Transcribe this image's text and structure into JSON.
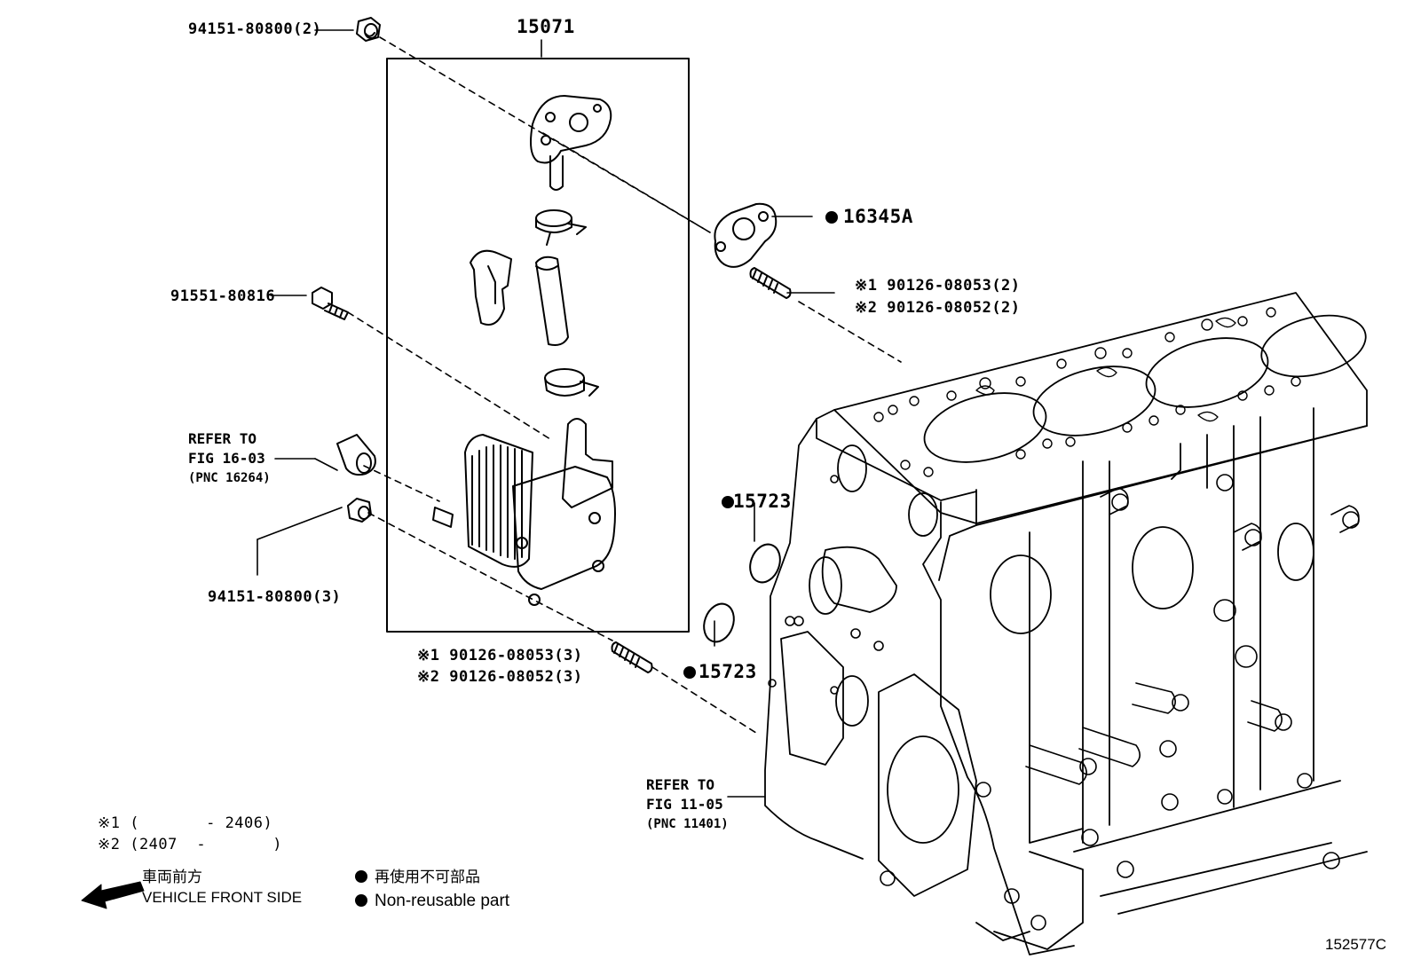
{
  "parts": {
    "nut_top": "94151-80800(2)",
    "oil_cooler_assy": "15071",
    "gasket": "16345A",
    "stud_upper_1": "90126-08053(2)",
    "stud_upper_2": "90126-08052(2)",
    "bolt": "91551-80816",
    "nut_bottom": "94151-80800(3)",
    "oring_upper": "15723",
    "oring_lower": "15723",
    "stud_lower_1": "90126-08053(3)",
    "stud_lower_2": "90126-08052(3)"
  },
  "marks": {
    "note1": "※1",
    "note2": "※2"
  },
  "references": {
    "ref_hose": {
      "line1": "REFER TO",
      "line2": "FIG 16-03",
      "line3": "(PNC 16264)"
    },
    "ref_block": {
      "line1": "REFER TO",
      "line2": "FIG 11-05",
      "line3": "(PNC 11401)"
    }
  },
  "notes": {
    "n1": "※1 (       - 2406)",
    "n2": "※2 (2407  -       )"
  },
  "legend": {
    "front_jp": "車両前方",
    "front_en": "VEHICLE FRONT SIDE",
    "nonreuse_jp": "再使用不可部品",
    "nonreuse_en": "Non-reusable part"
  },
  "figure_id": "152577C",
  "colors": {
    "ink": "#000000",
    "paper": "#ffffff"
  },
  "icons": [
    "non-reusable-dot-icon",
    "front-arrow-icon"
  ]
}
